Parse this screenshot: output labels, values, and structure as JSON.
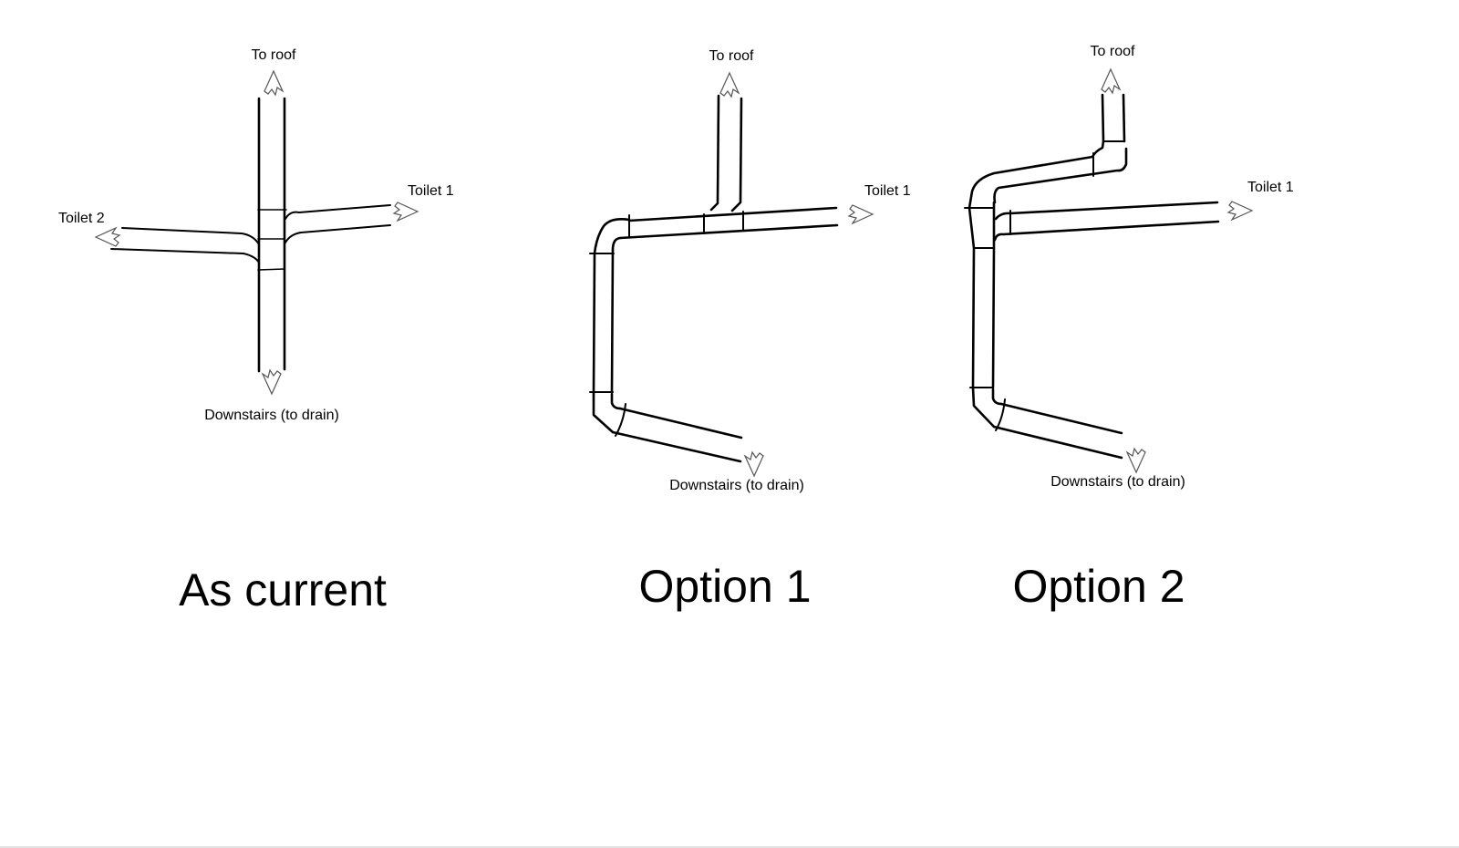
{
  "diagrams": [
    {
      "caption": "As current",
      "labels": {
        "roof": "To roof",
        "toilet1": "Toilet 1",
        "toilet2": "Toilet 2",
        "drain": "Downstairs (to drain)"
      }
    },
    {
      "caption": "Option 1",
      "labels": {
        "roof": "To roof",
        "toilet1": "Toilet 1",
        "drain": "Downstairs (to drain)"
      }
    },
    {
      "caption": "Option 2",
      "labels": {
        "roof": "To roof",
        "toilet1": "Toilet 1",
        "drain": "Downstairs (to drain)"
      }
    }
  ]
}
